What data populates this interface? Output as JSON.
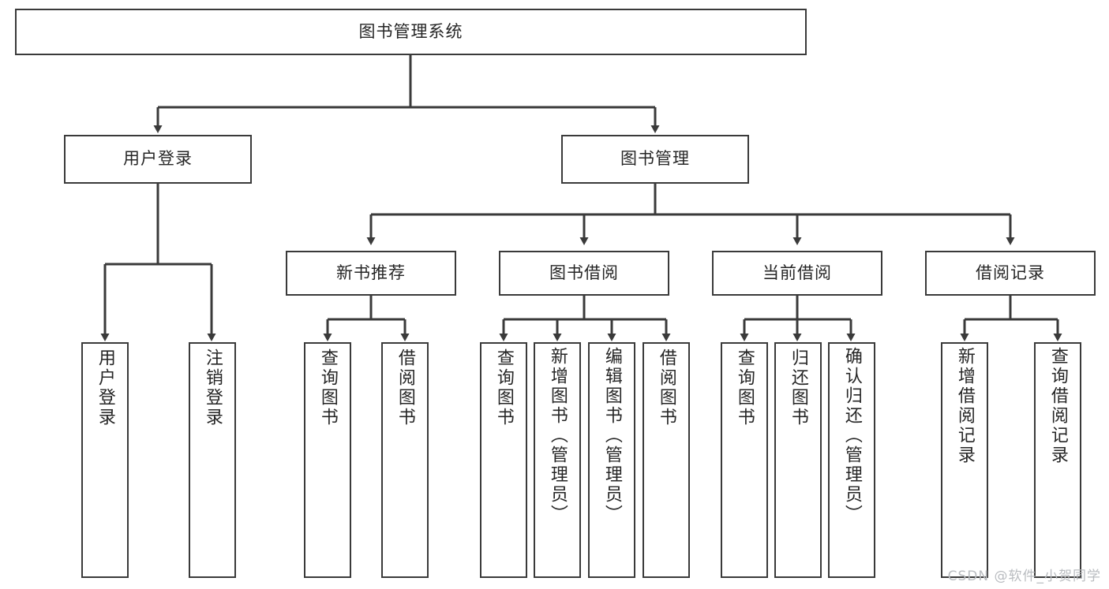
{
  "diagram": {
    "type": "tree",
    "title": "图书管理系统",
    "root": {
      "label": "图书管理系统"
    },
    "level1": [
      {
        "label": "用户登录"
      },
      {
        "label": "图书管理"
      }
    ],
    "level2": [
      {
        "label": "新书推荐"
      },
      {
        "label": "图书借阅"
      },
      {
        "label": "当前借阅"
      },
      {
        "label": "借阅记录"
      }
    ],
    "leaves": {
      "user_login": [
        {
          "label": "用户登录"
        },
        {
          "label": "注销登录"
        }
      ],
      "new_book_recommend": [
        {
          "label": "查询图书"
        },
        {
          "label": "借阅图书"
        }
      ],
      "book_borrow": [
        {
          "label": "查询图书"
        },
        {
          "label": "新增图书（管理员）"
        },
        {
          "label": "编辑图书（管理员）"
        },
        {
          "label": "借阅图书"
        }
      ],
      "current_borrow": [
        {
          "label": "查询图书"
        },
        {
          "label": "归还图书"
        },
        {
          "label": "确认归还（管理员）"
        }
      ],
      "borrow_record": [
        {
          "label": "新增借阅记录"
        },
        {
          "label": "查询借阅记录"
        }
      ]
    }
  },
  "watermark": {
    "text": "CSDN @软件_小贺同学"
  },
  "colors": {
    "background": "#ffffff",
    "box_border": "#3a3a3a",
    "connector": "#3a3a3a",
    "text": "#262626",
    "watermark": "#b9bcc0"
  }
}
